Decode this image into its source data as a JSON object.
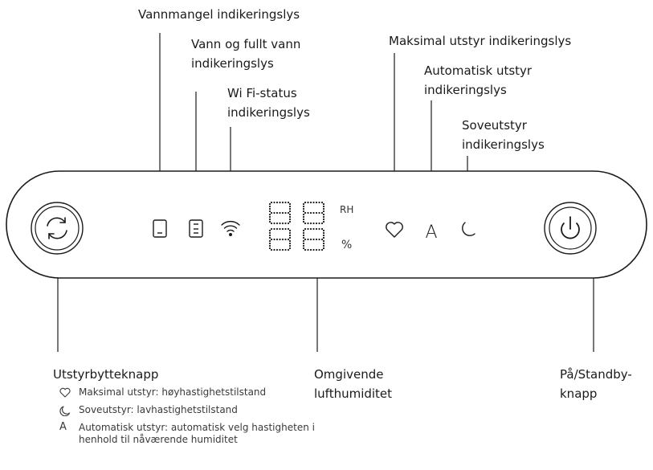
{
  "labels": {
    "water_shortage": "Vannmangel indikeringslys",
    "water_full_1": "Vann og fullt vann",
    "water_full_2": "indikeringslys",
    "wifi_1": "Wi Fi-status",
    "wifi_2": "indikeringslys",
    "max_gear": "Maksimal utstyr indikeringslys",
    "auto_gear_1": "Automatisk utstyr",
    "auto_gear_2": "indikeringslys",
    "sleep_gear_1": "Soveutstyr",
    "sleep_gear_2": "indikeringslys",
    "mode_button": "Utstyrbytteknapp",
    "humidity_1": "Omgivende",
    "humidity_2": "lufthumiditet",
    "power_1": "På/Standby-",
    "power_2": "knapp"
  },
  "display": {
    "rh": "RH",
    "percent": "%",
    "auto_letter": "A"
  },
  "mode_list": [
    {
      "icon": "heart-icon",
      "text": "Maksimal utstyr: høyhastighetstilstand"
    },
    {
      "icon": "moon-icon",
      "text": "Soveutstyr: lavhastighetstilstand"
    },
    {
      "icon": "auto-a-icon",
      "text": "Automatisk utstyr: automatisk velg hastigheten i henhold til nåværende humiditet"
    }
  ],
  "colors": {
    "line": "#1a1a1a",
    "text": "#1a1a1a",
    "muted_text": "#3a3a3a"
  }
}
